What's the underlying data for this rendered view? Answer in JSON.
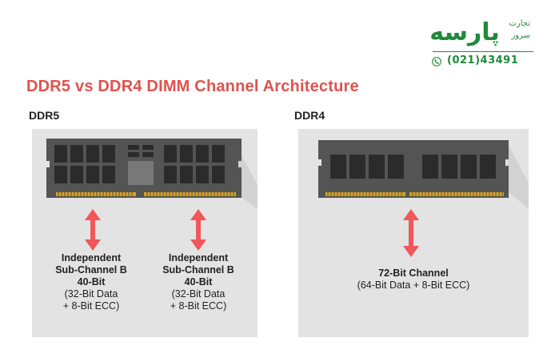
{
  "logo": {
    "wordmark": "پارسه",
    "tagline_line1": "تجارت",
    "tagline_line2": "سرور",
    "phone": "(021)43491",
    "phone_icon": "phone-icon",
    "brand_color": "#1f8a3a"
  },
  "title": "DDR5 vs DDR4 DIMM Channel Architecture",
  "title_color": "#e0524f",
  "panels": {
    "ddr5": {
      "label": "DDR5",
      "channels": [
        {
          "title1": "Independent",
          "title2": "Sub-Channel B",
          "bits": "40-Bit",
          "detail1": "(32-Bit Data",
          "detail2": "+ 8-Bit ECC)"
        },
        {
          "title1": "Independent",
          "title2": "Sub-Channel B",
          "bits": "40-Bit",
          "detail1": "(32-Bit Data",
          "detail2": "+ 8-Bit ECC)"
        }
      ]
    },
    "ddr4": {
      "label": "DDR4",
      "channel": {
        "title": "72-Bit Channel",
        "detail": "(64-Bit Data + 8-Bit ECC)"
      }
    }
  },
  "colors": {
    "panel_bg": "#e3e3e3",
    "module_body": "#545454",
    "chip": "#2b2b2b",
    "contact": "#d9a21b",
    "arrow": "#f0565a"
  }
}
